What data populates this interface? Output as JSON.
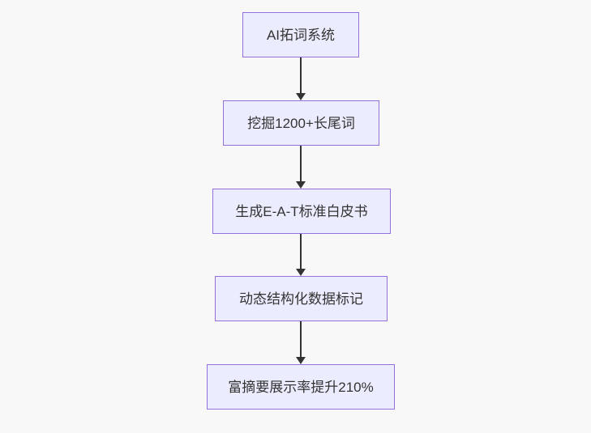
{
  "page": {
    "background_color": "#f8f8f8"
  },
  "flowchart": {
    "type": "flowchart",
    "direction": "top-down",
    "node_fill_color": "#ECECFF",
    "node_border_color": "#9370DB",
    "text_color": "#333333",
    "arrow_color": "#333333",
    "nodes": [
      {
        "id": "A",
        "label": "AI拓词系统"
      },
      {
        "id": "B",
        "label": "挖掘1200+长尾词"
      },
      {
        "id": "C",
        "label": "生成E-A-T标准白皮书"
      },
      {
        "id": "D",
        "label": "动态结构化数据标记"
      },
      {
        "id": "E",
        "label": "富摘要展示率提升210%"
      }
    ],
    "edges": [
      {
        "from": "A",
        "to": "B"
      },
      {
        "from": "B",
        "to": "C"
      },
      {
        "from": "C",
        "to": "D"
      },
      {
        "from": "D",
        "to": "E"
      }
    ]
  }
}
